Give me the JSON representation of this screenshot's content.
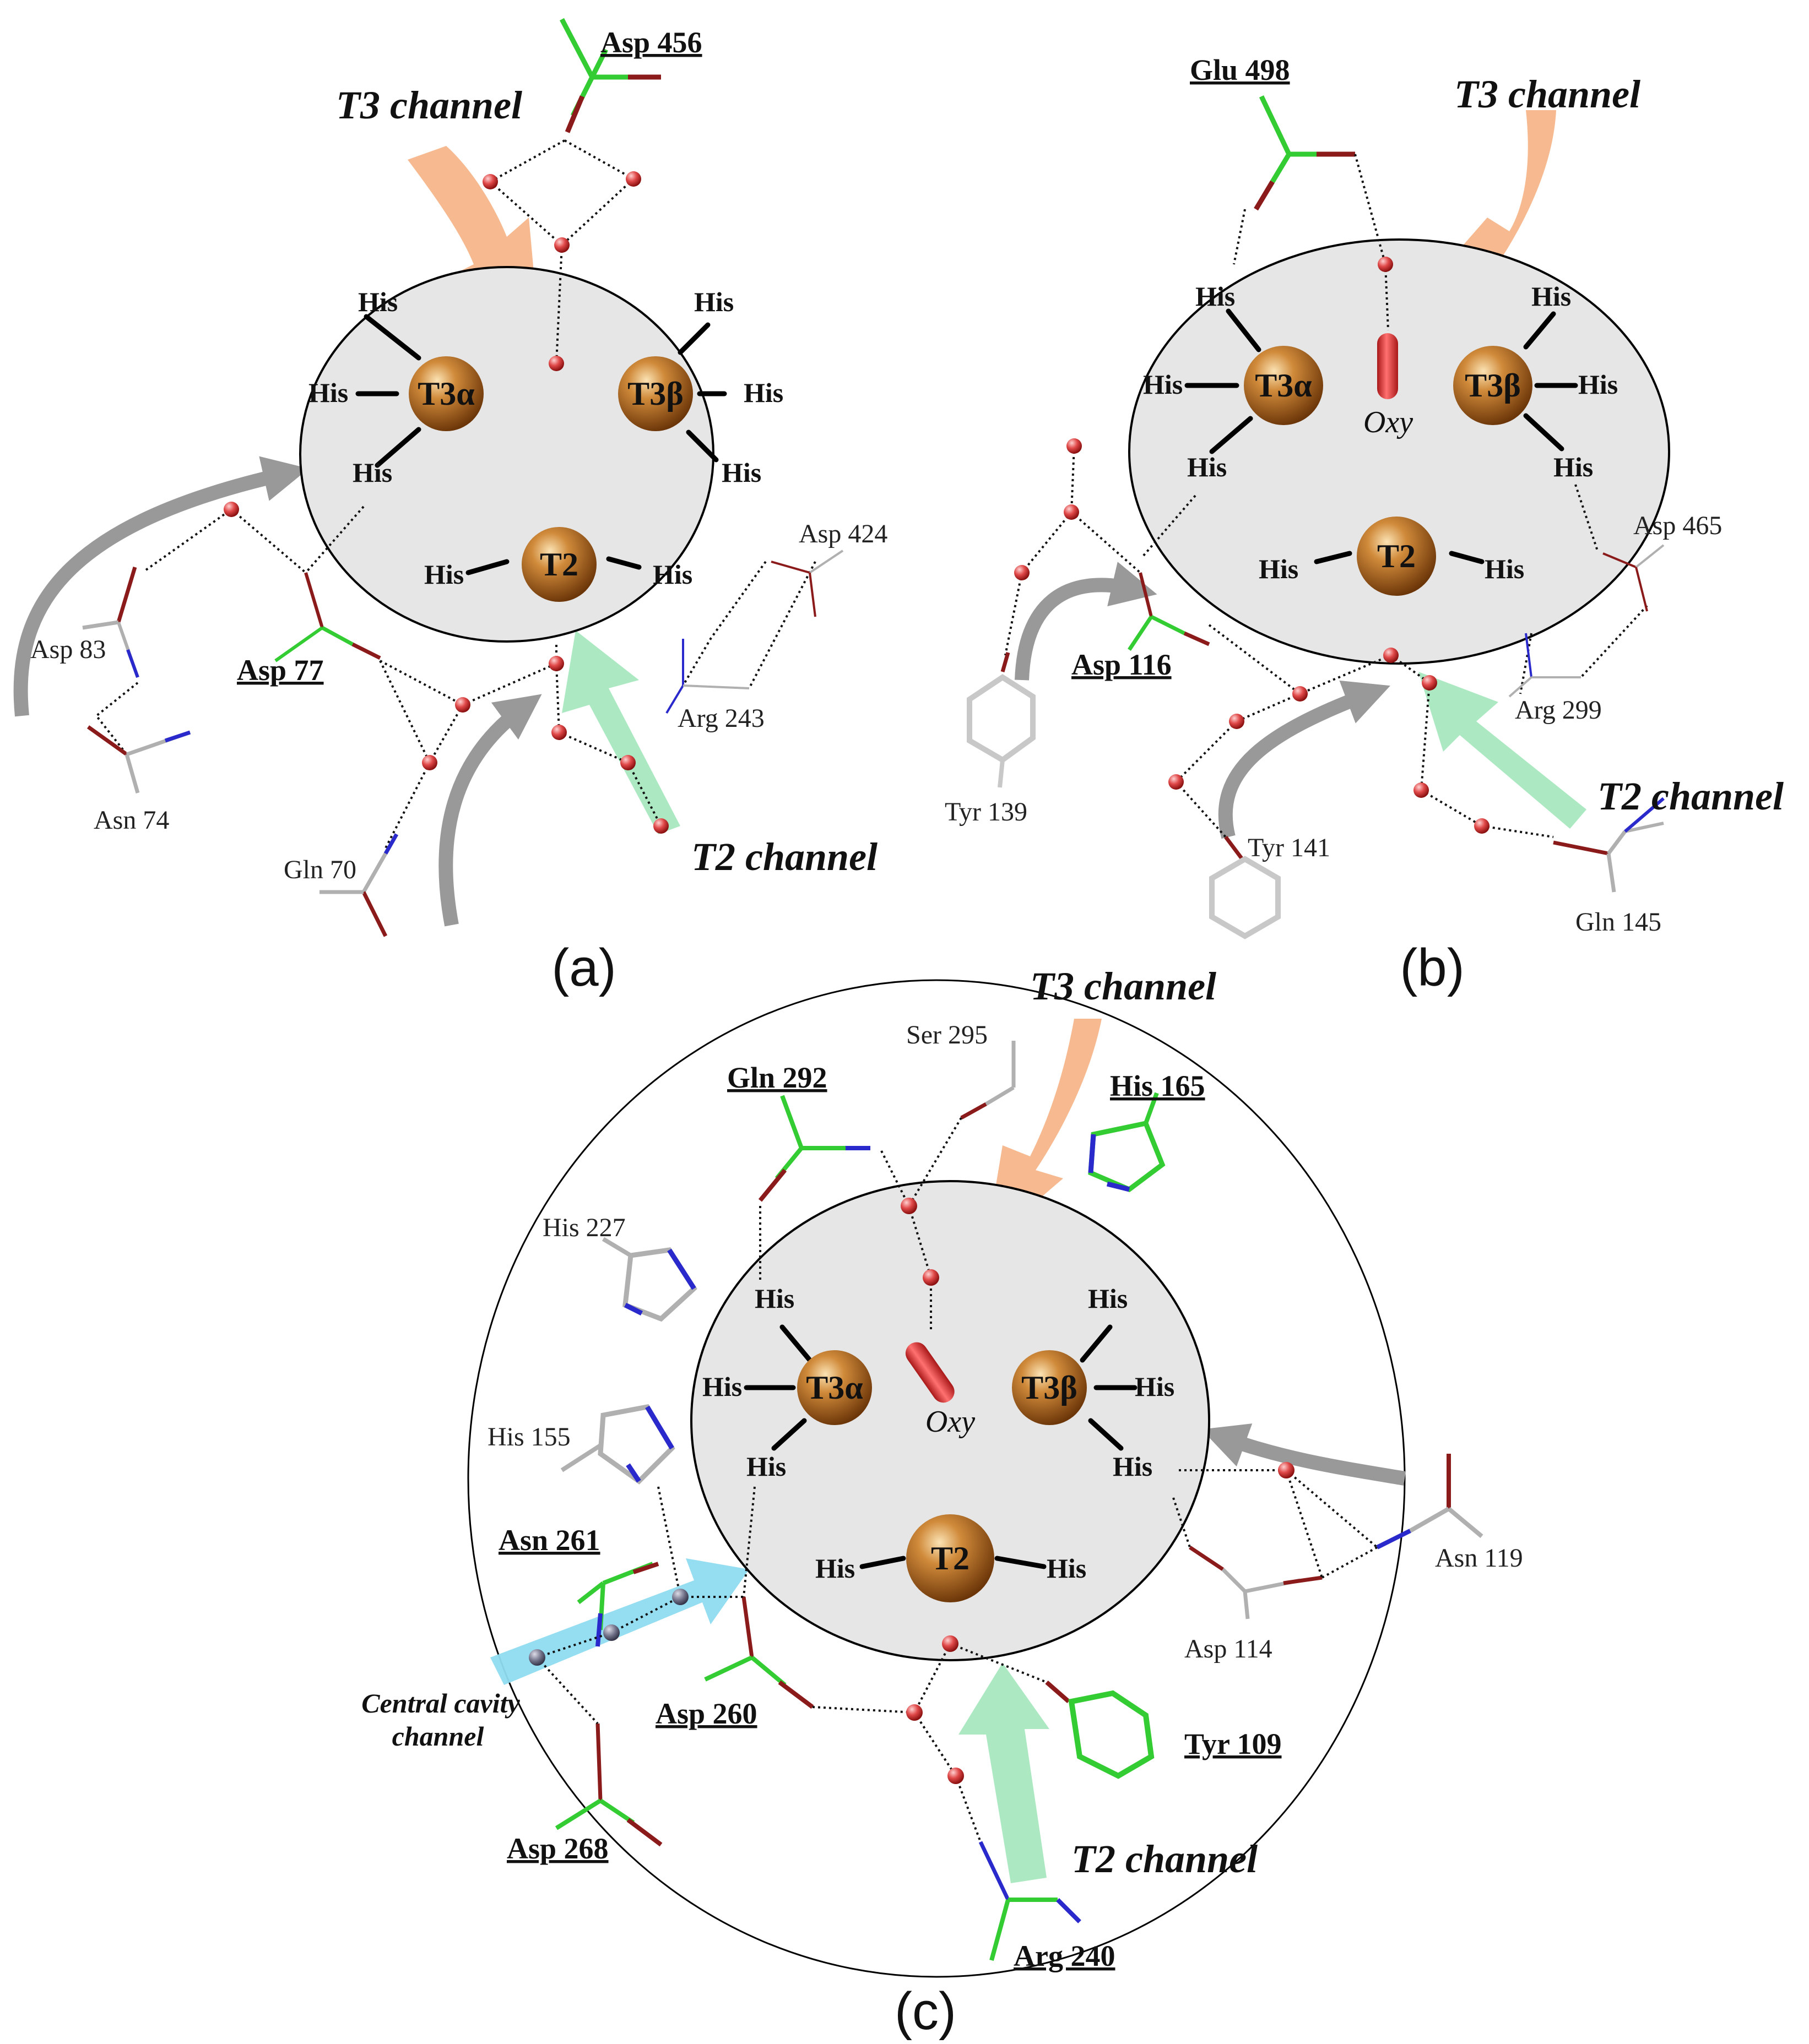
{
  "panels": [
    {
      "label": "(a)",
      "ligand": "His",
      "copper": [
        "T3α",
        "T3β",
        "T2"
      ],
      "channels": [
        "T3 channel",
        "T2 channel"
      ],
      "residues": [
        "Asp 456",
        "Asp 77",
        "Asp 83",
        "Asn 74",
        "Gln 70",
        "Asp 424",
        "Arg 243"
      ]
    },
    {
      "label": "(b)",
      "ligand": "His",
      "copper": [
        "T3α",
        "T3β",
        "T2"
      ],
      "oxy": "Oxy",
      "channels": [
        "T3 channel",
        "T2 channel"
      ],
      "residues": [
        "Glu 498",
        "Asp 116",
        "Tyr 139",
        "Tyr 141",
        "Asp 465",
        "Arg 299",
        "Gln 145"
      ]
    },
    {
      "label": "(c)",
      "ligand": "His",
      "copper": [
        "T3α",
        "T3β",
        "T2"
      ],
      "oxy": "Oxy",
      "channels": [
        "T3 channel",
        "T2 channel",
        "Central cavity",
        "channel"
      ],
      "residues": [
        "Ser 295",
        "Gln 292",
        "His 165",
        "His 227",
        "His 155",
        "Asn 261",
        "Asp 260",
        "Asp 268",
        "Asn 119",
        "Asp 114",
        "Tyr 109",
        "Arg 240"
      ]
    }
  ],
  "colors": {
    "site_fill": "#e6e6e6",
    "copper": "#b46a1e",
    "water": "#e05050",
    "t3_channel": "#f5b184",
    "t2_channel": "#a8e8bf",
    "central_channel": "#8fdcf0",
    "gray_arrow": "#999999",
    "carbon_green": "#33cc33",
    "carbon_gray": "#b0b0b0",
    "oxygen": "#8b1a1a",
    "nitrogen": "#2a2acc"
  }
}
